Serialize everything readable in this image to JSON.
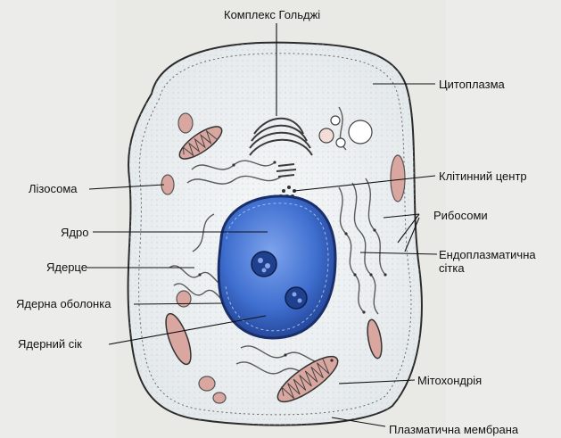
{
  "labels": {
    "golgi": "Комплекс Гольджі",
    "cytoplasm": "Цитоплазма",
    "cell_center": "Клітинний центр",
    "lysosome": "Лізосома",
    "ribosomes": "Рибосоми",
    "nucleus": "Ядро",
    "er": "Ендоплазматична сітка",
    "nucleolus": "Ядерце",
    "nuclear_envelope": "Ядерна оболонка",
    "nucleoplasm": "Ядерний сік",
    "mitochondrion": "Мітохондрія",
    "plasma_membrane": "Плазматична мембрана"
  },
  "colors": {
    "cell_fill": "#eef2f3",
    "membrane": "#2b2b2b",
    "nucleus_fill": "#3f6fd0",
    "nucleus_dark": "#1f3f8f",
    "organelle_pink": "#d9a7a0",
    "background": "#e9e9e6"
  }
}
